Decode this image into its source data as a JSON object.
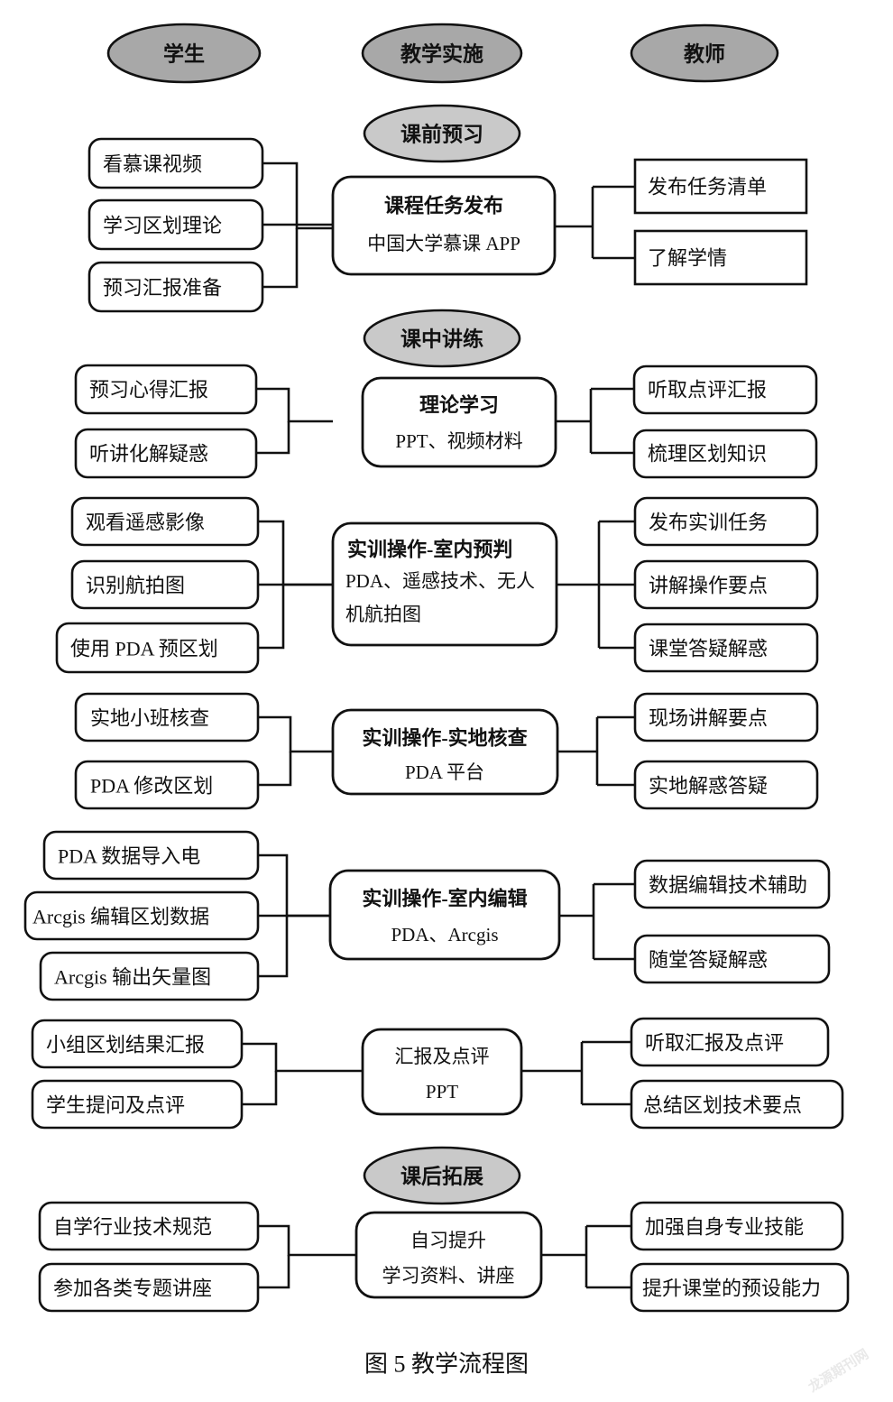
{
  "figure": {
    "caption": "图 5   教学流程图",
    "watermark": "龙源期刊网"
  },
  "colors": {
    "header_ellipse_fill": "#a8a8a8",
    "stage_ellipse_fill": "#c9c9c9",
    "stroke": "#111111",
    "box_fill": "#ffffff",
    "page_background": "#ffffff"
  },
  "columns": {
    "student": "学生",
    "implementation": "教学实施",
    "teacher": "教师"
  },
  "stages": [
    {
      "id": "pre-class",
      "stage_label": "课前预习",
      "center": {
        "title": "课程任务发布",
        "subtitle": "中国大学慕课 APP"
      },
      "student_items": [
        "看慕课视频",
        "学习区划理论",
        "预习汇报准备"
      ],
      "teacher_items": [
        "发布任务清单",
        "了解学情"
      ]
    },
    {
      "id": "in-class-theory",
      "stage_label": "课中讲练",
      "center": {
        "title": "理论学习",
        "subtitle": "PPT、视频材料"
      },
      "student_items": [
        "预习心得汇报",
        "听讲化解疑惑"
      ],
      "teacher_items": [
        "听取点评汇报",
        "梳理区划知识"
      ]
    },
    {
      "id": "indoor-prejudgment",
      "stage_label": "",
      "center": {
        "title": "实训操作-室内预判",
        "subtitle": "PDA、遥感技术、无人机航拍图"
      },
      "student_items": [
        "观看遥感影像",
        "识别航拍图",
        "使用 PDA 预区划"
      ],
      "teacher_items": [
        "发布实训任务",
        "讲解操作要点",
        "课堂答疑解惑"
      ]
    },
    {
      "id": "field-verification",
      "stage_label": "",
      "center": {
        "title": "实训操作-实地核查",
        "subtitle": "PDA 平台"
      },
      "student_items": [
        "实地小班核查",
        "PDA 修改区划"
      ],
      "teacher_items": [
        "现场讲解要点",
        "实地解惑答疑"
      ]
    },
    {
      "id": "indoor-editing",
      "stage_label": "",
      "center": {
        "title": "实训操作-室内编辑",
        "subtitle": "PDA、Arcgis"
      },
      "student_items": [
        "PDA  数据导入电",
        "Arcgis 编辑区划数据",
        "Arcgis 输出矢量图"
      ],
      "teacher_items": [
        "数据编辑技术辅助",
        "随堂答疑解惑"
      ]
    },
    {
      "id": "report-review",
      "stage_label": "",
      "center": {
        "title": "汇报及点评",
        "subtitle": "PPT"
      },
      "student_items": [
        "小组区划结果汇报",
        "学生提问及点评"
      ],
      "teacher_items": [
        "听取汇报及点评",
        "总结区划技术要点"
      ]
    },
    {
      "id": "post-class",
      "stage_label": "课后拓展",
      "center": {
        "title": "自习提升",
        "subtitle": "学习资料、讲座"
      },
      "student_items": [
        "自学行业技术规范",
        "参加各类专题讲座"
      ],
      "teacher_items": [
        "加强自身专业技能",
        "提升课堂的预设能力"
      ]
    }
  ]
}
